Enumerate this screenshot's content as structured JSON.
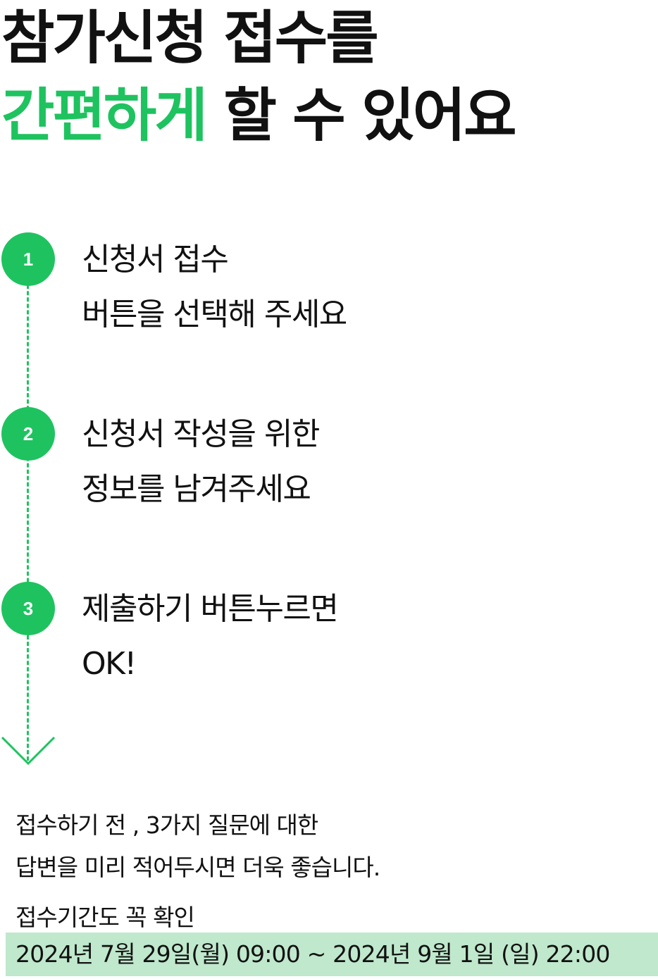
{
  "headline": {
    "line1": "참가신청 접수를",
    "line2_highlight": "간편하게",
    "line2_rest": " 할 수 있어요",
    "highlight_color": "#1ec35f"
  },
  "steps": [
    {
      "number": "1",
      "line1": "신청서 접수",
      "line2": "버튼을 선택해 주세요"
    },
    {
      "number": "2",
      "line1": "신청서 작성을 위한",
      "line2": "정보를 남겨주세요"
    },
    {
      "number": "3",
      "line1": "제출하기 버튼누르면",
      "line2": "OK!"
    }
  ],
  "note": {
    "line1": "접수하기 전 , 3가지 질문에 대한",
    "line2": "답변을 미리 적어두시면 더욱 좋습니다."
  },
  "period": {
    "label": "접수기간도 꼭 확인",
    "value": "2024년 7월 29일(월) 09:00 ~ 2024년 9월 1일 (일) 22:00",
    "box_color": "#bfe8cc"
  }
}
